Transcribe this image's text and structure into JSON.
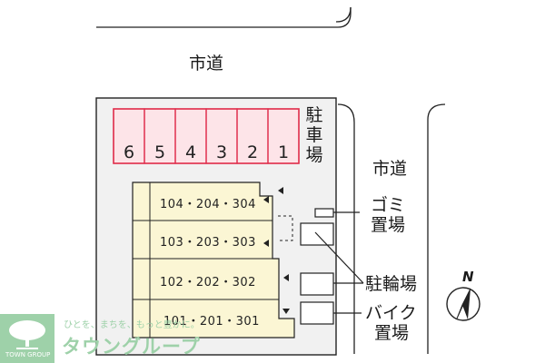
{
  "roads": {
    "north_label": "市道",
    "east_label": "市道"
  },
  "parking": {
    "label_chars": [
      "駐",
      "車",
      "場"
    ],
    "stalls": [
      "6",
      "5",
      "4",
      "3",
      "2",
      "1"
    ]
  },
  "building": {
    "units": [
      {
        "label": "104・204・304"
      },
      {
        "label": "103・203・303"
      },
      {
        "label": "102・202・302"
      },
      {
        "label": "101・201・301"
      }
    ]
  },
  "facilities": {
    "garbage": [
      "ゴミ",
      "置場"
    ],
    "bicycle": [
      "駐輪場"
    ],
    "motorbike": [
      "バイク",
      "置場"
    ]
  },
  "compass": {
    "north": "N"
  },
  "branding": {
    "logo_text": "TOWN GROUP",
    "tagline": "ひとを、まちを、もっと豊かに。",
    "name": "タウングループ"
  },
  "colors": {
    "stall_border": "#e0304e",
    "stall_fill": "#fde4e8",
    "building_fill": "#fbf6d4",
    "lot_fill": "#f1f1f1",
    "brand_green": "#9ed1a9"
  }
}
